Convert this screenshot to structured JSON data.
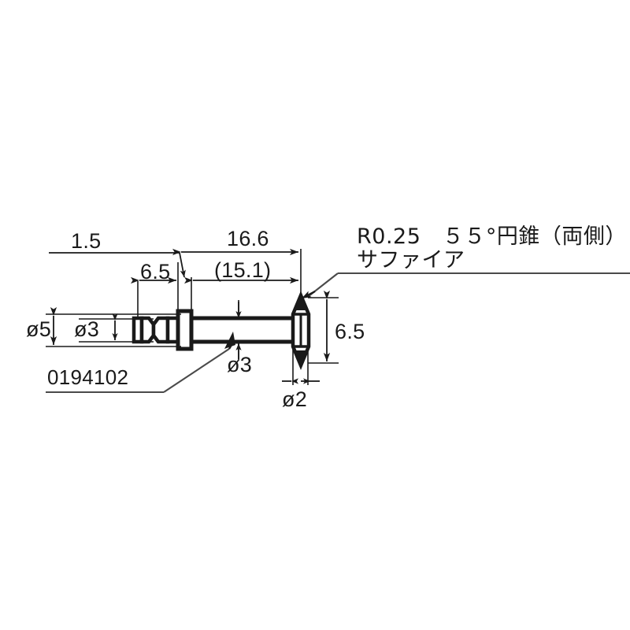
{
  "drawing": {
    "type": "mechanical-part-dimension-drawing",
    "part_number": "0194102",
    "background_color": "#ffffff",
    "line_color": "#1a1a1a",
    "leader_color": "#4a4a4a",
    "description": "Contact point / stylus with sapphire double cone tip"
  },
  "dimensions": {
    "len_total": "16.6",
    "len_reference": "(15.1)",
    "len_shoulder": "6.5",
    "len_collar": "1.5",
    "dia_head": "ø5",
    "dia_body": "ø3",
    "dia_shaft": "ø3",
    "dia_tip": "ø2",
    "height_tip": "6.5"
  },
  "notes": {
    "line1": "R0.25　５５°円錐（両側）",
    "line2": "サファイア"
  },
  "labels": {
    "part_number": "0194102"
  }
}
